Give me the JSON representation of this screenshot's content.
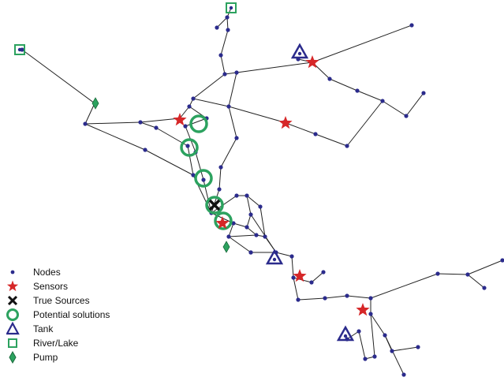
{
  "colors": {
    "pipe": "#222222",
    "node": "#2b2b8c",
    "sensor": "#d62728",
    "true_source": "#111111",
    "potential_solution": "#2ca25f",
    "tank": "#2b2b8c",
    "river_lake": "#2ca25f",
    "pump": "#2ca25f",
    "background": "#ffffff"
  },
  "legend": {
    "nodes": {
      "label": "Nodes",
      "icon": "dot-icon"
    },
    "sensors": {
      "label": "Sensors",
      "icon": "red-star-icon"
    },
    "true_sources": {
      "label": "True Sources",
      "icon": "x-mark-icon"
    },
    "potential_solutions": {
      "label": "Potential solutions",
      "icon": "green-circle-icon"
    },
    "tank": {
      "label": "Tank",
      "icon": "triangle-icon"
    },
    "river_lake": {
      "label": "River/Lake",
      "icon": "square-icon"
    },
    "pump": {
      "label": "Pump",
      "icon": "diamond-icon"
    }
  }
}
